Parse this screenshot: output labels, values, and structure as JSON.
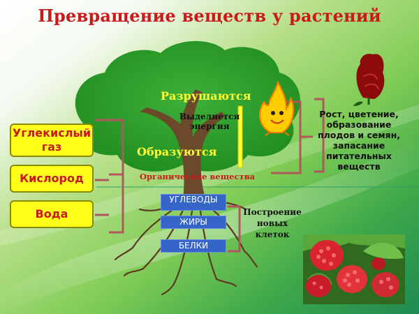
{
  "title": "Превращение веществ у растений",
  "inputs": [
    {
      "label": "Углекислый газ"
    },
    {
      "label": "Кислород"
    },
    {
      "label": "Вода"
    }
  ],
  "tree_labels": {
    "destroyed": "Разрушаются",
    "energy": "Выделяется энергия",
    "formed": "Образуются",
    "organic": "Органические вещества"
  },
  "substances": [
    {
      "label": "УГЛЕВОДЫ"
    },
    {
      "label": "ЖИРЫ"
    },
    {
      "label": "БЕЛКИ"
    }
  ],
  "building_text": "Построение новых клеток",
  "outcome_text": "Рост, цветение, образование плодов и семян, запасание питательных веществ",
  "colors": {
    "title": "#c81a1a",
    "box_fill": "#ffff1a",
    "box_text": "#c81a1a",
    "substance_fill": "#3565c8",
    "bracket": "#b2575b",
    "label_yellow": "#ffff33"
  },
  "icons": [
    "sun-flame-icon",
    "rose-icon",
    "raspberry-photo"
  ]
}
